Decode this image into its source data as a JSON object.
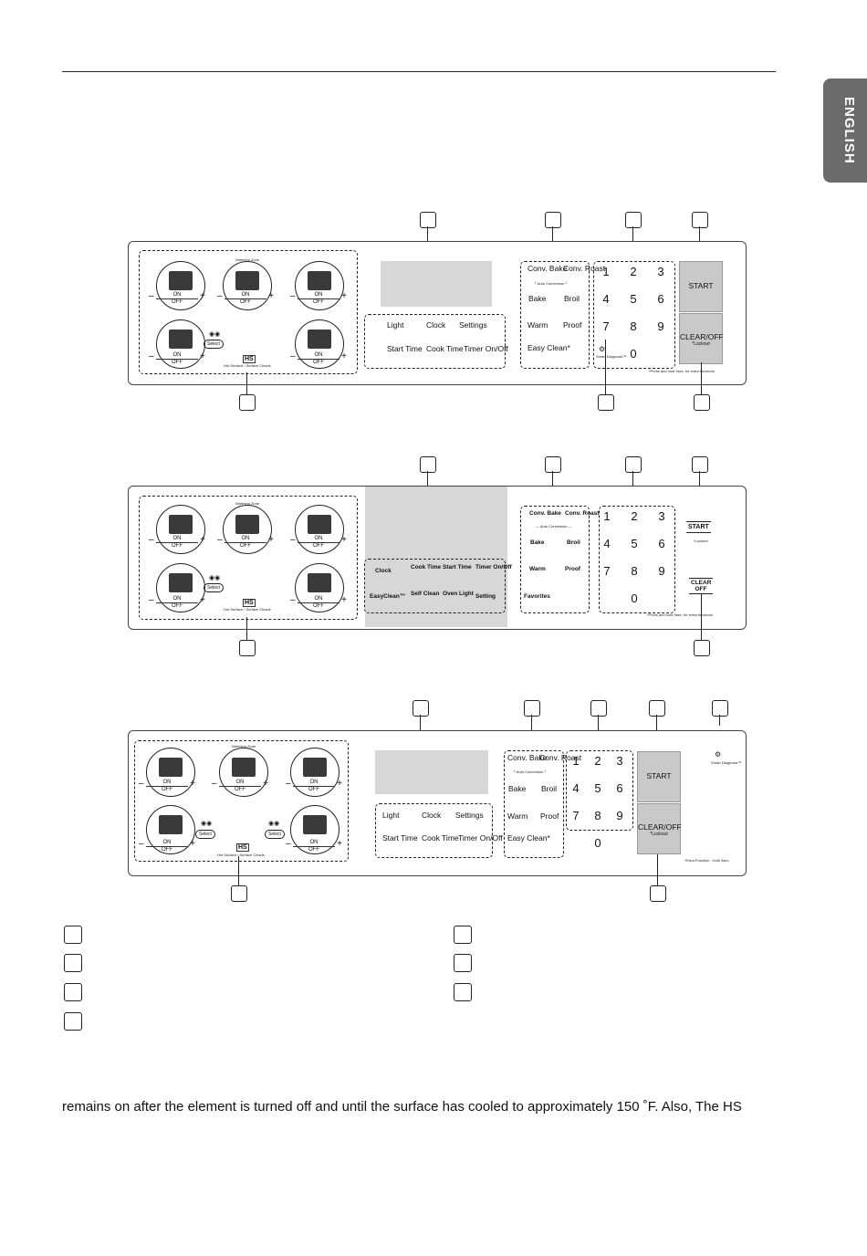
{
  "header": {
    "language_tab": "ENGLISH"
  },
  "panel_a": {
    "knobs": [
      {
        "onoff": [
          "ON",
          "OFF"
        ]
      },
      {
        "onoff": [
          "ON",
          "OFF"
        ],
        "zone": "Warming Zone"
      },
      {
        "onoff": [
          "ON",
          "OFF"
        ]
      },
      {
        "onoff": [
          "ON",
          "OFF"
        ]
      },
      {
        "onoff": [
          "ON",
          "OFF"
        ]
      }
    ],
    "select": "Select",
    "hs": "HS",
    "hs_caption": "Hot Surface / Surface Clnsds",
    "keys": [
      "Light",
      "Clock",
      "Settings",
      "Start Time",
      "Cook Time",
      "Timer On/Off"
    ],
    "modes": [
      "Conv. Bake",
      "Conv. Roast",
      "Bake",
      "Broil",
      "Warm",
      "Proof",
      "Easy Clean*"
    ],
    "auto_conversion": "└ Auto Conversion ┘",
    "nums": [
      "1",
      "2",
      "3",
      "4",
      "5",
      "6",
      "7",
      "8",
      "9",
      "0"
    ],
    "smart": "Smart Diagnosis™",
    "start": "START",
    "clear": "CLEAR/OFF",
    "lockout": "*Lockout",
    "footnote": "*Press and hold 3sec. for extra functions"
  },
  "panel_b": {
    "keys": [
      "Clock",
      "Cook Time",
      "Start Time",
      "Timer On/Off",
      "EasyClean™",
      "Self Clean",
      "Oven Light",
      "Setting"
    ],
    "modes": [
      "Conv. Bake",
      "Conv. Roast",
      "Bake",
      "Broil",
      "Warm",
      "Proof",
      "Favorites"
    ],
    "auto_conversion": "— Auto Conversion —",
    "start": "START",
    "lockout": "*Lockout",
    "clear": "CLEAR OFF",
    "footnote": "*Press and hold 3sec. for extra functions",
    "hs_caption": "Hot Surface / Surface Clnsds"
  },
  "panel_c": {
    "keys": [
      "Light",
      "Clock",
      "Settings",
      "Start Time",
      "Cook Time",
      "Timer On/Off"
    ],
    "modes": [
      "Conv. Bake",
      "Conv. Roast",
      "Bake",
      "Broil",
      "Warm",
      "Proof",
      "Easy Clean*"
    ],
    "auto_conversion": "└ Auto Conversion ┘",
    "start": "START",
    "clear": "CLEAR/OFF",
    "lockout": "*Lockout",
    "smart": "Smart Diagnosis™",
    "footnote": "*Extra Function : Hold 3sec.",
    "hs_caption": "Hot Surface / Surface Clnsds"
  },
  "body_text": "remains on after the element is turned off and until the surface has cooled to approximately 150 ˚F. Also, The HS"
}
